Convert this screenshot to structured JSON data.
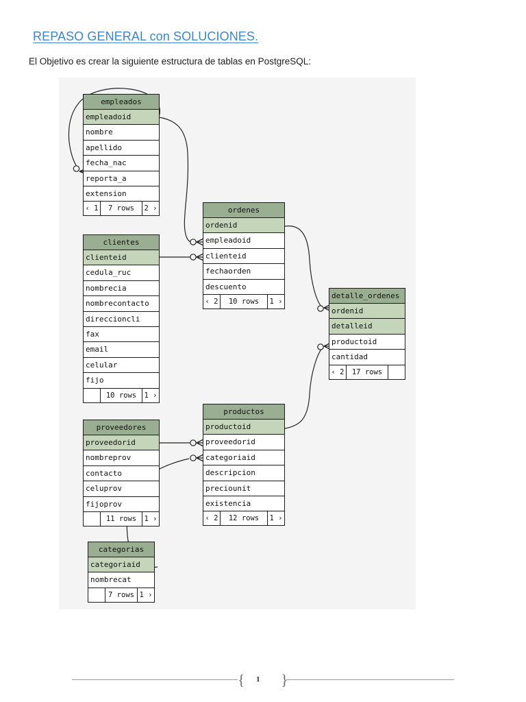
{
  "document": {
    "title": "REPASO GENERAL con SOLUCIONES.",
    "subtitle": "El Objetivo es crear la siguiente estructura de tablas en PostgreSQL:",
    "page_number": "1",
    "brace_left": "{",
    "brace_right": "}"
  },
  "colors": {
    "header_green": "#9aae91",
    "pk_green": "#c4d5b9",
    "canvas": "#f4f4f4",
    "link_blue": "#3d85c8",
    "border": "#1a1a1a"
  },
  "diagram": {
    "tables": [
      {
        "id": "empleados",
        "name": "empleados",
        "title_align": "center",
        "fields": [
          {
            "name": "empleadoid",
            "pk": true
          },
          {
            "name": "nombre",
            "pk": false
          },
          {
            "name": "apellido",
            "pk": false
          },
          {
            "name": "fecha_nac",
            "pk": false
          },
          {
            "name": "reporta_a",
            "pk": false
          },
          {
            "name": "extension",
            "pk": false
          }
        ],
        "footer": {
          "prev": "‹ 1",
          "mid": "7 rows",
          "next": "2 ›"
        }
      },
      {
        "id": "clientes",
        "name": "clientes",
        "title_align": "center",
        "fields": [
          {
            "name": "clienteid",
            "pk": true
          },
          {
            "name": "cedula_ruc",
            "pk": false
          },
          {
            "name": "nombrecia",
            "pk": false
          },
          {
            "name": "nombrecontacto",
            "pk": false
          },
          {
            "name": "direccioncli",
            "pk": false
          },
          {
            "name": "fax",
            "pk": false
          },
          {
            "name": "email",
            "pk": false
          },
          {
            "name": "celular",
            "pk": false
          },
          {
            "name": "fijo",
            "pk": false
          }
        ],
        "footer": {
          "prev": "",
          "mid": "10 rows",
          "next": "1 ›"
        }
      },
      {
        "id": "ordenes",
        "name": "ordenes",
        "title_align": "center",
        "fields": [
          {
            "name": "ordenid",
            "pk": true
          },
          {
            "name": "empleadoid",
            "pk": false
          },
          {
            "name": "clienteid",
            "pk": false
          },
          {
            "name": "fechaorden",
            "pk": false
          },
          {
            "name": "descuento",
            "pk": false
          }
        ],
        "footer": {
          "prev": "‹ 2",
          "mid": "10 rows",
          "next": "1 ›"
        }
      },
      {
        "id": "detalle_ordenes",
        "name": "detalle_ordenes",
        "title_align": "left",
        "fields": [
          {
            "name": "ordenid",
            "pk": true
          },
          {
            "name": "detalleid",
            "pk": true
          },
          {
            "name": "productoid",
            "pk": false
          },
          {
            "name": "cantidad",
            "pk": false
          }
        ],
        "footer": {
          "prev": "‹ 2",
          "mid": "17 rows",
          "next": ""
        }
      },
      {
        "id": "productos",
        "name": "productos",
        "title_align": "center",
        "fields": [
          {
            "name": "productoid",
            "pk": true
          },
          {
            "name": "proveedorid",
            "pk": false
          },
          {
            "name": "categoriaid",
            "pk": false
          },
          {
            "name": "descripcion",
            "pk": false
          },
          {
            "name": "preciounit",
            "pk": false
          },
          {
            "name": "existencia",
            "pk": false
          }
        ],
        "footer": {
          "prev": "‹ 2",
          "mid": "12 rows",
          "next": "1 ›"
        }
      },
      {
        "id": "proveedores",
        "name": "proveedores",
        "title_align": "center",
        "fields": [
          {
            "name": "proveedorid",
            "pk": true
          },
          {
            "name": "nombreprov",
            "pk": false
          },
          {
            "name": "contacto",
            "pk": false
          },
          {
            "name": "celuprov",
            "pk": false
          },
          {
            "name": "fijoprov",
            "pk": false
          }
        ],
        "footer": {
          "prev": "",
          "mid": "11 rows",
          "next": "1 ›"
        }
      },
      {
        "id": "categorias",
        "name": "categorias",
        "title_align": "center",
        "fields": [
          {
            "name": "categoriaid",
            "pk": true
          },
          {
            "name": "nombrecat",
            "pk": false
          }
        ],
        "footer": {
          "prev": "",
          "mid": "7 rows",
          "next": "1 ›"
        }
      }
    ],
    "relationships": [
      {
        "from": "empleados.empleadoid",
        "to": "empleados.reporta_a"
      },
      {
        "from": "empleados.empleadoid",
        "to": "ordenes.empleadoid"
      },
      {
        "from": "clientes.clienteid",
        "to": "ordenes.clienteid"
      },
      {
        "from": "ordenes.ordenid",
        "to": "detalle_ordenes.ordenid"
      },
      {
        "from": "productos.productoid",
        "to": "detalle_ordenes.productoid"
      },
      {
        "from": "proveedores.proveedorid",
        "to": "productos.proveedorid"
      },
      {
        "from": "categorias.categoriaid",
        "to": "productos.categoriaid"
      }
    ]
  }
}
